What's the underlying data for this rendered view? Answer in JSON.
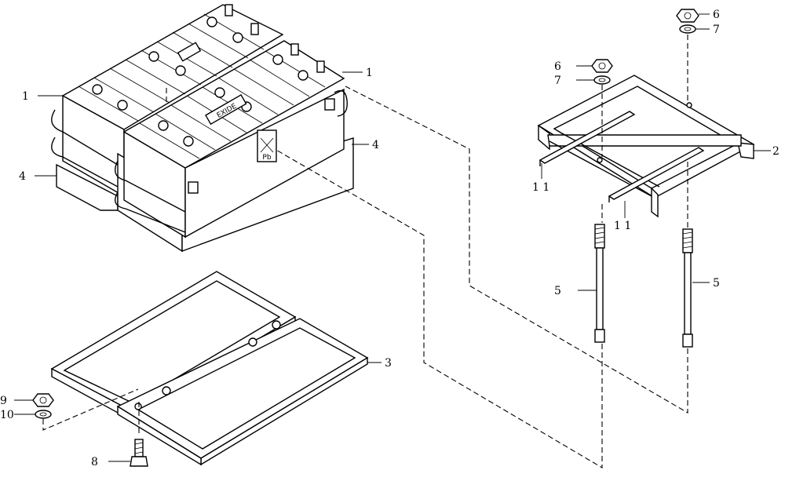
{
  "diagram": {
    "callouts": {
      "c1a": "1",
      "c1b": "1",
      "c2": "2",
      "c3": "3",
      "c4a": "4",
      "c4b": "4",
      "c5a": "5",
      "c5b": "5",
      "c6a": "6",
      "c6b": "6",
      "c7a": "7",
      "c7b": "7",
      "c8": "8",
      "c9": "9",
      "c10": "10",
      "c11a": "1 1",
      "c11b": "1 1"
    },
    "battery_brand": "EXIDE",
    "battery_badge": "Pb"
  }
}
